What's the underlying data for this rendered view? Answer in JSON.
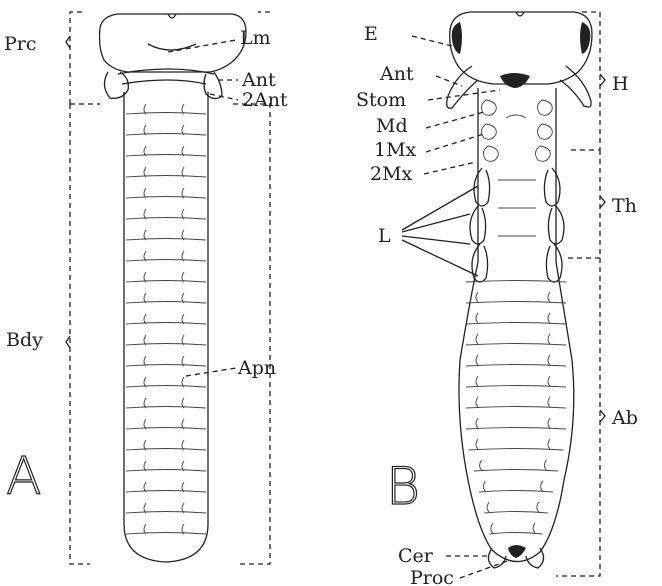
{
  "figure_a": {
    "panel_letter": "A",
    "labels": {
      "prc": "Prc",
      "lm": "Lm",
      "ant": "Ant",
      "ant2": "2Ant",
      "bdy": "Bdy",
      "apn": "Apn"
    }
  },
  "figure_b": {
    "panel_letter": "B",
    "labels": {
      "e": "E",
      "ant": "Ant",
      "stom": "Stom",
      "md": "Md",
      "mx1": "1Mx",
      "mx2": "2Mx",
      "l": "L",
      "h": "H",
      "th": "Th",
      "ab": "Ab",
      "cer": "Cer",
      "proc": "Proc"
    }
  }
}
